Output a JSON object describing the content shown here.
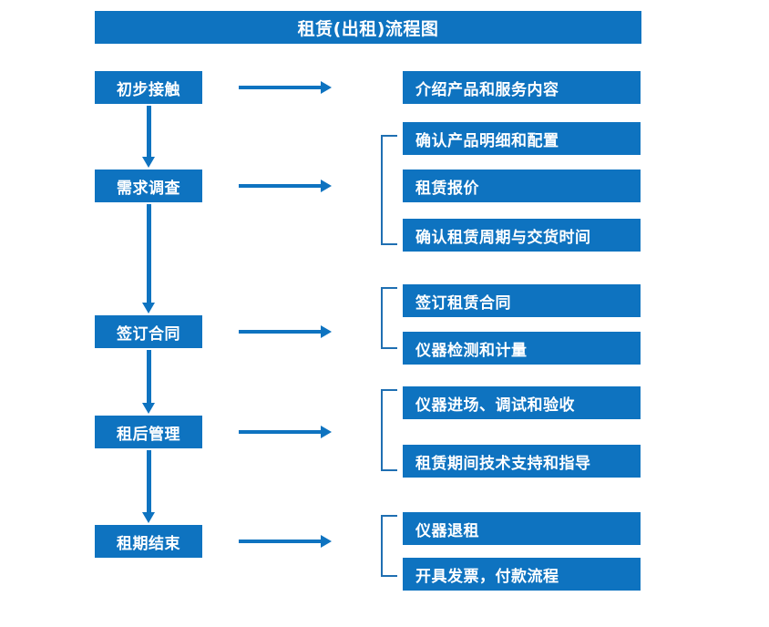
{
  "chart_data": {
    "type": "diagram",
    "title": "租赁(出租)流程图",
    "diagram_kind": "flowchart",
    "orientation": "top-to-bottom with right branches",
    "accent_color": "#0E73C0",
    "bracket_color": "#1F6FB2",
    "text_color": "#FFFFFF",
    "background_color": "#FFFFFF",
    "stages": [
      {
        "label": "初步接触",
        "details": [
          "介绍产品和服务内容"
        ],
        "bracketed": false
      },
      {
        "label": "需求调查",
        "details": [
          "确认产品明细和配置",
          "租赁报价",
          "确认租赁周期与交货时间"
        ],
        "bracketed": true
      },
      {
        "label": "签订合同",
        "details": [
          "签订租赁合同",
          "仪器检测和计量"
        ],
        "bracketed": true
      },
      {
        "label": "租后管理",
        "details": [
          "仪器进场、调试和验收",
          "租赁期间技术支持和指导"
        ],
        "bracketed": true
      },
      {
        "label": "租期结束",
        "details": [
          "仪器退租",
          "开具发票，付款流程"
        ],
        "bracketed": true
      }
    ]
  },
  "header": {
    "title": "租赁(出租)流程图"
  },
  "stages": [
    {
      "label": "初步接触"
    },
    {
      "label": "需求调查"
    },
    {
      "label": "签订合同"
    },
    {
      "label": "租后管理"
    },
    {
      "label": "租期结束"
    }
  ],
  "details": [
    {
      "label": "介绍产品和服务内容"
    },
    {
      "label": "确认产品明细和配置"
    },
    {
      "label": "租赁报价"
    },
    {
      "label": "确认租赁周期与交货时间"
    },
    {
      "label": "签订租赁合同"
    },
    {
      "label": "仪器检测和计量"
    },
    {
      "label": "仪器进场、调试和验收"
    },
    {
      "label": "租赁期间技术支持和指导"
    },
    {
      "label": "仪器退租"
    },
    {
      "label": "开具发票，付款流程"
    }
  ]
}
